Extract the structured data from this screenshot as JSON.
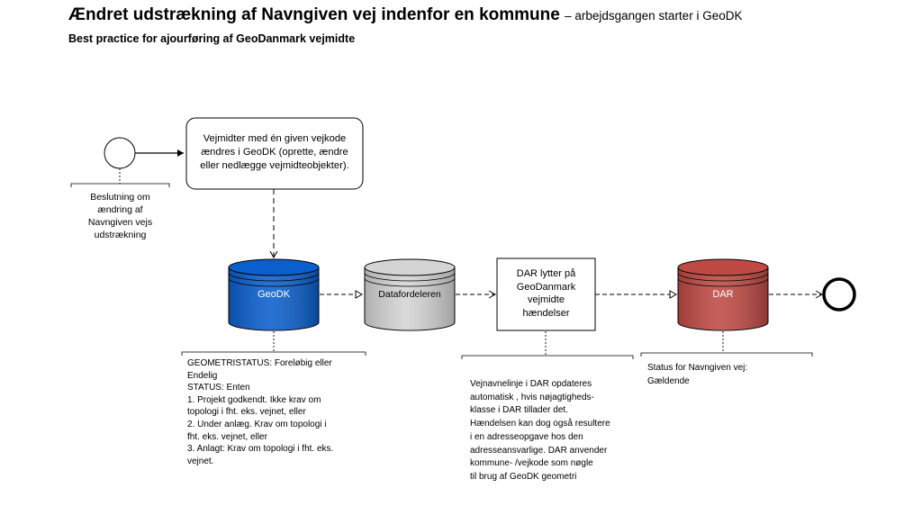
{
  "title": {
    "main": "Ændret udstrækning af Navngiven vej indenfor en kommune",
    "rest": "– arbejdsgangen starter i GeoDK"
  },
  "subtitle": "Best practice  for ajourføring af GeoDanmark vejmidte",
  "start_event": {
    "label": [
      "Beslutning om",
      "ændring af",
      "Navngiven vejs",
      "udstrækning"
    ]
  },
  "task_geodk": {
    "label": [
      "Vejmidter med én given vejkode",
      "ændres i GeoDK (oprette, ændre",
      "eller nedlægge vejmidteobjekter)."
    ]
  },
  "store_geodk": {
    "label": "GeoDK",
    "color": "#0b5fcc"
  },
  "store_datafordeleren": {
    "label": "Datafordeleren",
    "color": "#d4d4d4"
  },
  "task_dar": {
    "label": [
      "DAR lytter på",
      "GeoDanmark",
      "vejmidte",
      "hændelser"
    ]
  },
  "store_dar": {
    "label": "DAR",
    "color": "#bf4a44"
  },
  "annotation_geodk": {
    "lines": [
      "GEOMETRISTATUS: Foreløbig eller",
      "Endelig",
      "STATUS: Enten",
      "1. Projekt godkendt. Ikke krav om",
      "topologi i fht. eks. vejnet, eller",
      "2. Under anlæg. Krav om topologi i",
      "fht. eks. vejnet, eller",
      "3. Anlagt: Krav om topologi i fht. eks.",
      "vejnet."
    ]
  },
  "annotation_dar_task": {
    "lines": [
      "Vejnavnelinje i DAR opdateres",
      "automatisk , hvis nøjagtigheds-",
      "klasse i DAR tillader det.",
      "Hændelsen kan dog også resultere",
      "i en adresseopgave hos den",
      "adresseansvarlige. DAR anvender",
      "kommune- /vejkode som nøgle",
      "til brug af GeoDK geometri"
    ]
  },
  "annotation_dar_store": {
    "lines": [
      "Status for Navngiven vej:",
      "Gældende"
    ]
  }
}
